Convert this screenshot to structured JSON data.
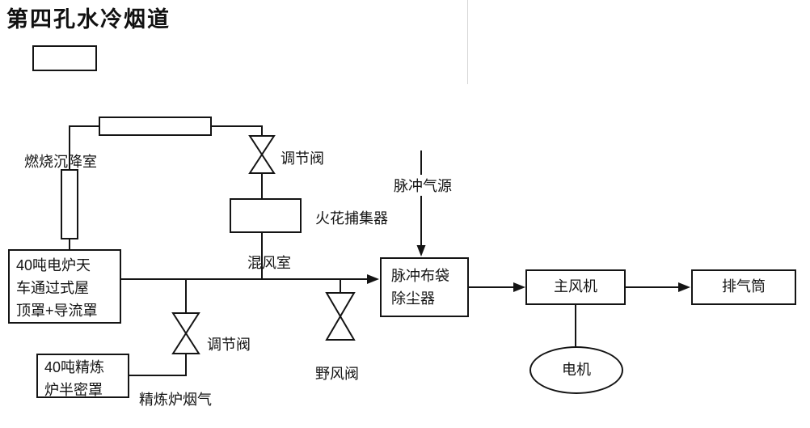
{
  "title": "第四孔水冷烟道",
  "colors": {
    "line": "#141414",
    "background": "#ffffff"
  },
  "labels": {
    "settling_chamber": "燃烧沉降室",
    "valve_top": "调节阀",
    "valve_lower": "调节阀",
    "pulse_source": "脉冲气源",
    "spark_collector": "火花捕集器",
    "mixing_chamber": "混风室",
    "refining_gas": "精炼炉烟气",
    "wild_air_valve": "野风阀"
  },
  "nodes": {
    "furnace_hood": {
      "lines": [
        "40吨电炉天",
        "车通过式屋",
        "顶罩+导流罩"
      ]
    },
    "refining_hood": {
      "lines": [
        "40吨精炼",
        "炉半密罩"
      ]
    },
    "dust_collector": {
      "lines": [
        "脉冲布袋",
        "除尘器"
      ]
    },
    "main_fan": {
      "label": "主风机"
    },
    "exhaust_stack": {
      "label": "排气筒"
    },
    "motor": {
      "label": "电机"
    }
  }
}
